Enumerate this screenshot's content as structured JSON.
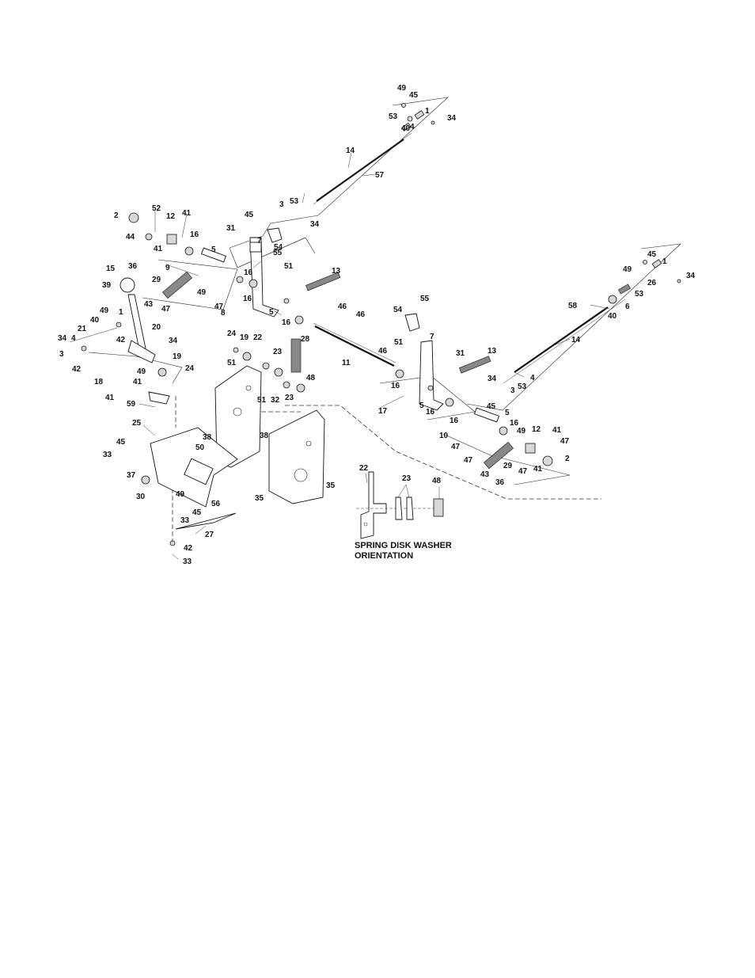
{
  "diagram": {
    "callouts": [
      "1",
      "2",
      "3",
      "4",
      "5",
      "6",
      "7",
      "8",
      "9",
      "10",
      "11",
      "12",
      "13",
      "14",
      "15",
      "16",
      "17",
      "18",
      "19",
      "20",
      "21",
      "22",
      "23",
      "24",
      "25",
      "26",
      "27",
      "28",
      "29",
      "30",
      "31",
      "32",
      "33",
      "34",
      "35",
      "36",
      "37",
      "38",
      "39",
      "40",
      "41",
      "42",
      "43",
      "44",
      "45",
      "46",
      "47",
      "48",
      "49",
      "50",
      "51",
      "52",
      "53",
      "54",
      "55",
      "56",
      "57",
      "58",
      "59"
    ],
    "note_line1": "SPRING DISK WASHER",
    "note_line2": "ORIENTATION",
    "inset_callouts": {
      "bracket": "22",
      "washers": "23",
      "nut": "48"
    }
  }
}
